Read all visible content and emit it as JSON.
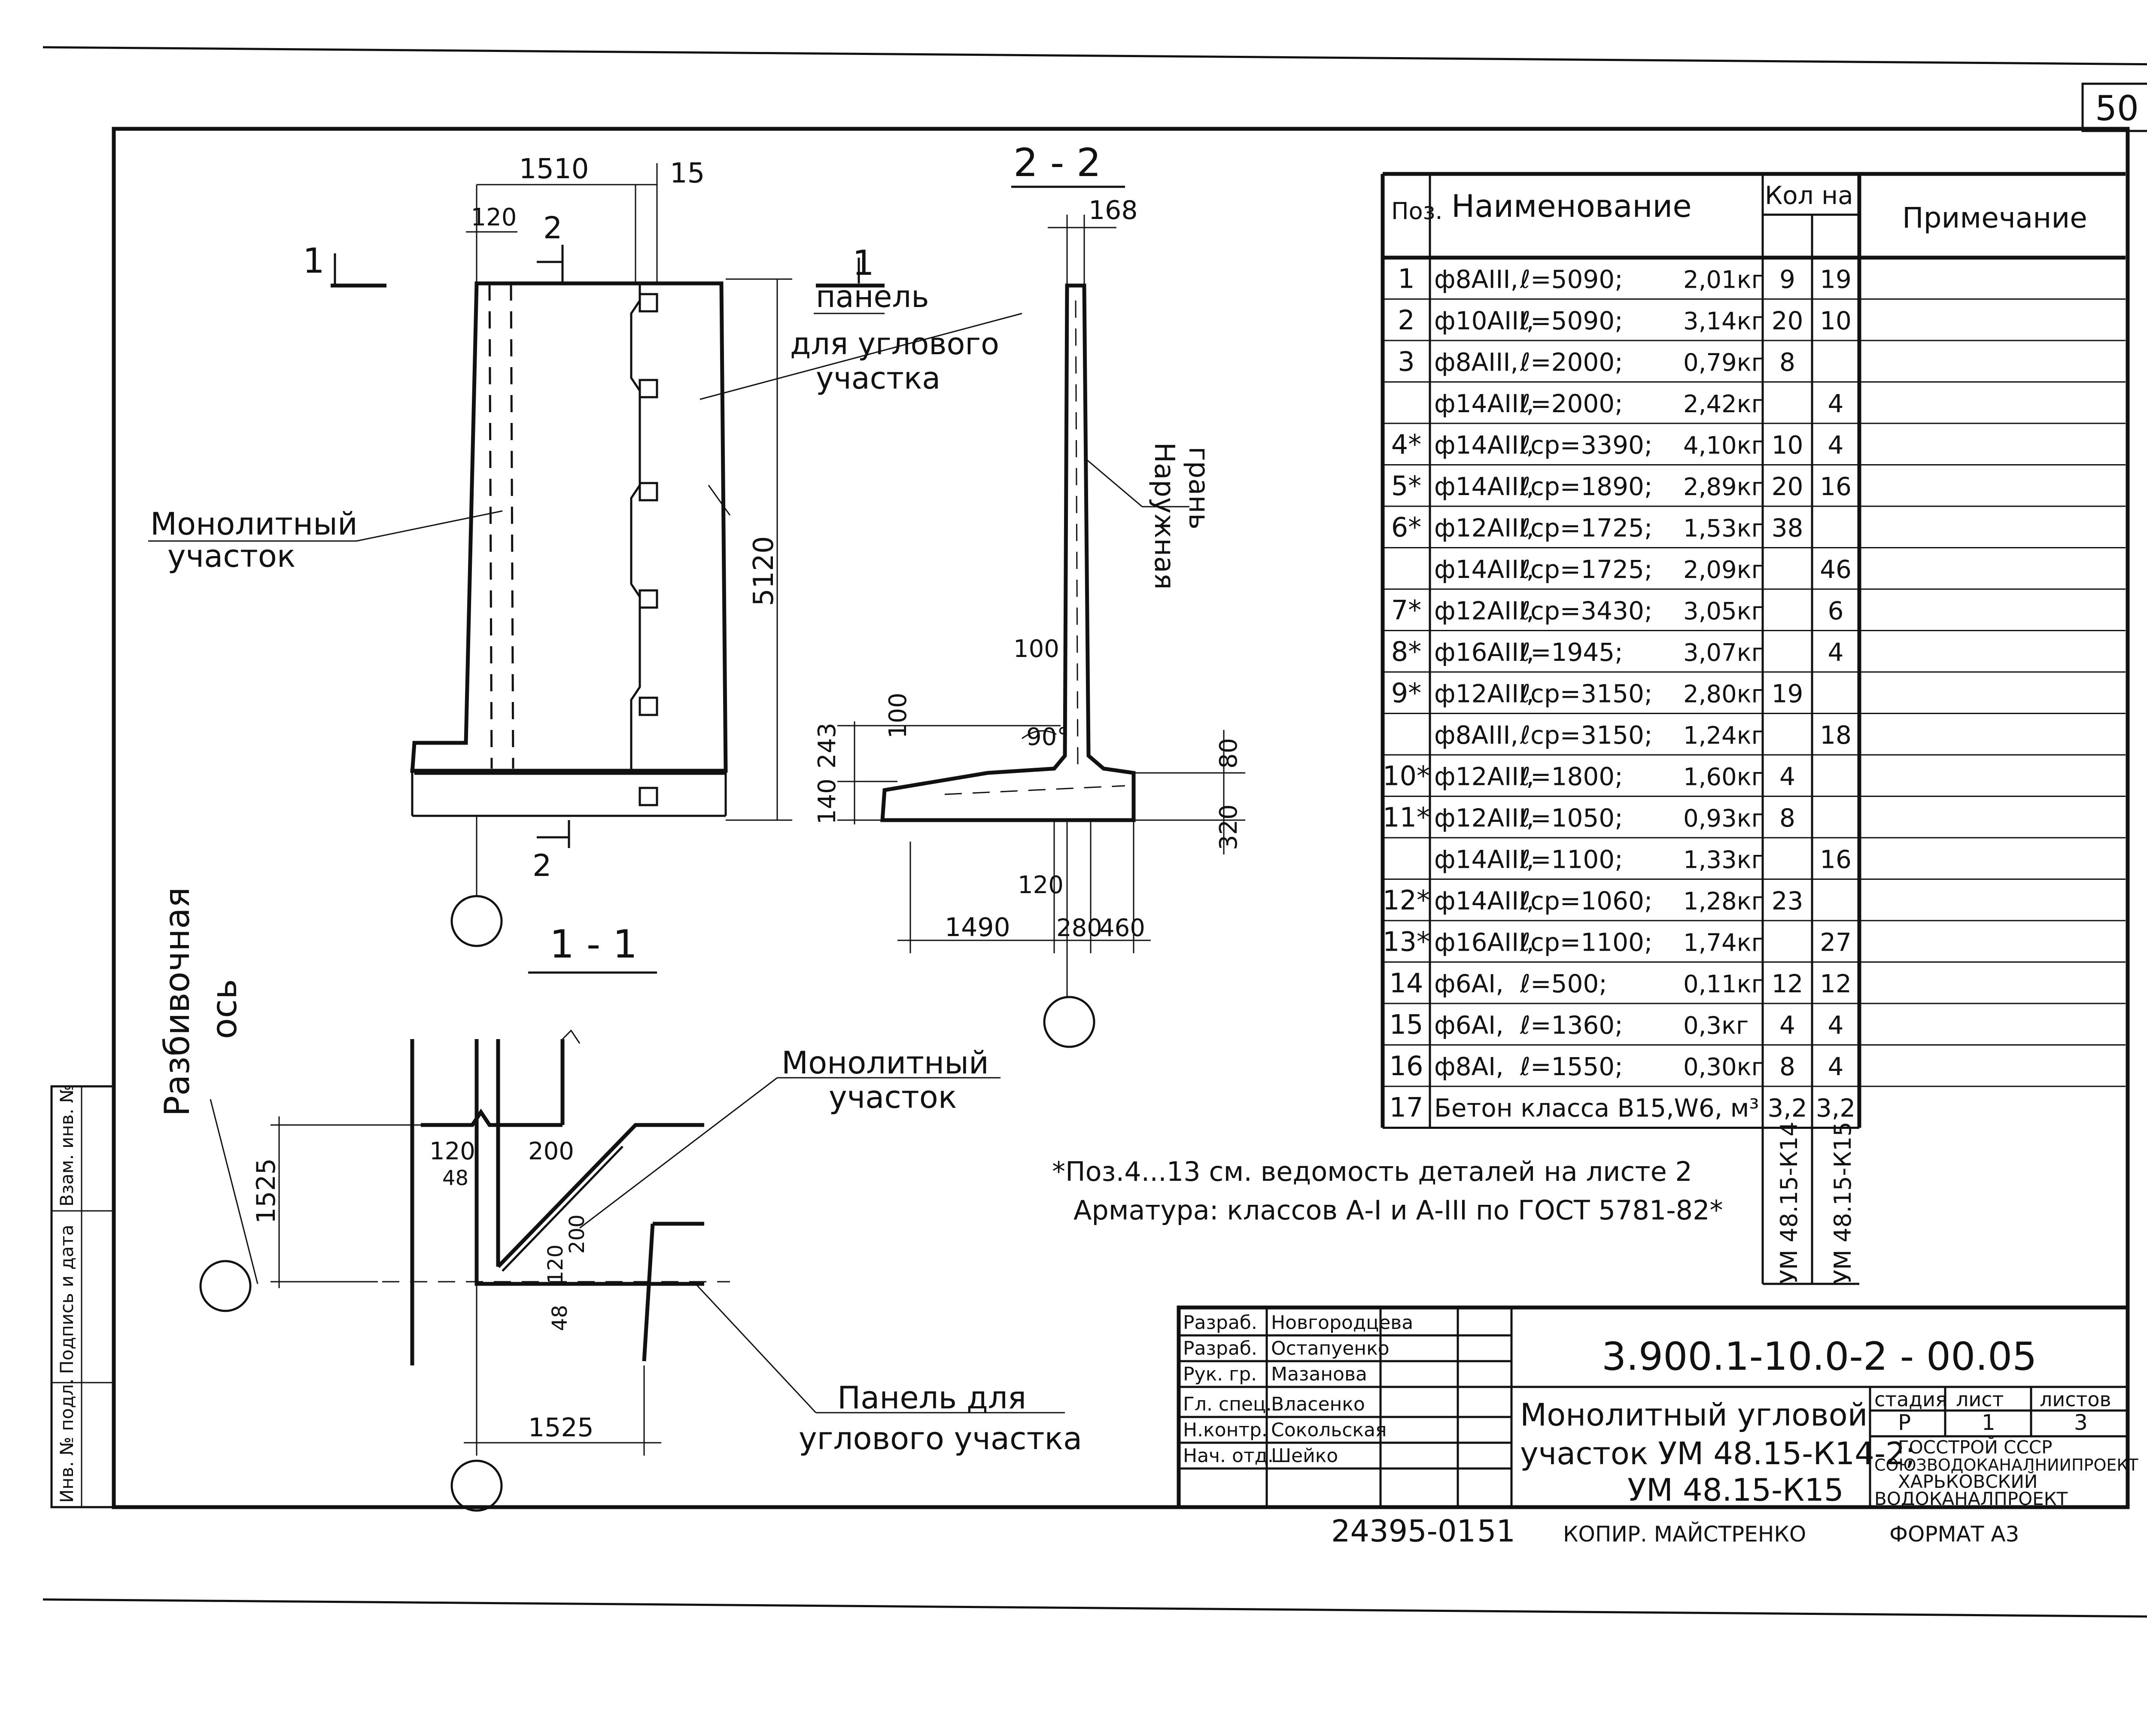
{
  "sheet": {
    "number": "50",
    "designation": "3.900.1-10.0-2 - 00.05",
    "title_line1": "Монолитный угловой",
    "title_line2": "участок УМ 48.15-К14-2;",
    "title_line3": "УМ 48.15-К15",
    "stage_header": "стадия",
    "sheet_header": "лист",
    "sheets_header": "листов",
    "stage": "Р",
    "sheet_no": "1",
    "sheets_total": "3",
    "org1": "ГОССТРОЙ СССР",
    "org2": "СОЮЗВОДОКАНАЛНИИПРОЕКТ",
    "org3": "ХАРЬКОВСКИЙ",
    "org4": "ВОДОКАНАЛПРОЕКТ",
    "inventory": "24395-01",
    "page_no": "51",
    "copied": "КОПИР. МАЙСТРЕНКО",
    "format": "ФОРМАТ А3"
  },
  "signatures": [
    {
      "role": "Разраб.",
      "name": "Новгородцева"
    },
    {
      "role": "Разраб.",
      "name": "Остапуенко"
    },
    {
      "role": "Рук. гр.",
      "name": "Мазанова"
    },
    {
      "role": "Гл. спец.",
      "name": "Власенко"
    },
    {
      "role": "Н.контр.",
      "name": "Сокольская"
    },
    {
      "role": "Нач. отд.",
      "name": "Шейко"
    }
  ],
  "side_stamp": [
    "Инв. № подл.",
    "Подпись и дата",
    "Взам. инв. №"
  ],
  "views": {
    "plan_label": "1 - 1",
    "section_label": "2 - 2",
    "cut1": "1",
    "cut2": "2",
    "panel_label1": "панель",
    "panel_label2": "для углового",
    "panel_label3": "участка",
    "mono_label1": "Монолитный",
    "mono_label2": "участок",
    "mono2_label1": "Монолитный",
    "mono2_label2": "участок",
    "outer_face1": "Наружная",
    "outer_face2": "грань",
    "axis1": "Разбивочная",
    "axis2": "ось",
    "panel2_label1": "Панель для",
    "panel2_label2": "углового участка"
  },
  "dims": {
    "d1510": "1510",
    "d15": "15",
    "d120a": "120",
    "d5120": "5120",
    "d168": "168",
    "d100a": "100",
    "d90": "90°",
    "d100b": "100",
    "d243": "243",
    "d140": "140",
    "d80": "80",
    "d320": "320",
    "d120b": "120",
    "d1490": "1490",
    "d280": "280",
    "d460": "460",
    "d1525a": "1525",
    "d1525b": "1525",
    "d120c": "120",
    "d48a": "48",
    "d200a": "200",
    "d200b": "200",
    "d120d": "120",
    "d48b": "48"
  },
  "spec": {
    "headers": {
      "pos": "Поз.",
      "name": "Наименование",
      "qty": "Кол на",
      "note": "Примечание"
    },
    "variants": [
      "УМ 48.15-К14",
      "УМ 48.15-К15"
    ],
    "rows": [
      {
        "pos": "1",
        "name": "ф8АIII,",
        "len": "ℓ=5090;",
        "mass": "2,01кг",
        "q1": "9",
        "q2": "19"
      },
      {
        "pos": "2",
        "name": "ф10АIII,",
        "len": "ℓ=5090;",
        "mass": "3,14кг",
        "q1": "20",
        "q2": "10"
      },
      {
        "pos": "3",
        "name": "ф8АIII,",
        "len": "ℓ=2000;",
        "mass": "0,79кг",
        "q1": "8",
        "q2": ""
      },
      {
        "pos": "",
        "name": "ф14АIII,",
        "len": "ℓ=2000;",
        "mass": "2,42кг",
        "q1": "",
        "q2": "4"
      },
      {
        "pos": "4*",
        "name": "ф14АIII,",
        "len": "ℓср=3390;",
        "mass": "4,10кг",
        "q1": "10",
        "q2": "4"
      },
      {
        "pos": "5*",
        "name": "ф14АIII,",
        "len": "ℓср=1890;",
        "mass": "2,89кг",
        "q1": "20",
        "q2": "16"
      },
      {
        "pos": "6*",
        "name": "ф12АIII,",
        "len": "ℓср=1725;",
        "mass": "1,53кг",
        "q1": "38",
        "q2": ""
      },
      {
        "pos": "",
        "name": "ф14АIII,",
        "len": "ℓср=1725;",
        "mass": "2,09кг",
        "q1": "",
        "q2": "46"
      },
      {
        "pos": "7*",
        "name": "ф12АIII,",
        "len": "ℓср=3430;",
        "mass": "3,05кг",
        "q1": "",
        "q2": "6"
      },
      {
        "pos": "8*",
        "name": "ф16АIII,",
        "len": "ℓ=1945;",
        "mass": "3,07кг",
        "q1": "",
        "q2": "4"
      },
      {
        "pos": "9*",
        "name": "ф12АIII,",
        "len": "ℓср=3150;",
        "mass": "2,80кг",
        "q1": "19",
        "q2": ""
      },
      {
        "pos": "",
        "name": "ф8АIII,",
        "len": "ℓср=3150;",
        "mass": "1,24кг",
        "q1": "",
        "q2": "18"
      },
      {
        "pos": "10*",
        "name": "ф12АIII,",
        "len": "ℓ=1800;",
        "mass": "1,60кг",
        "q1": "4",
        "q2": ""
      },
      {
        "pos": "11*",
        "name": "ф12АIII,",
        "len": "ℓ=1050;",
        "mass": "0,93кг",
        "q1": "8",
        "q2": ""
      },
      {
        "pos": "",
        "name": "ф14АIII,",
        "len": "ℓ=1100;",
        "mass": "1,33кг",
        "q1": "",
        "q2": "16"
      },
      {
        "pos": "12*",
        "name": "ф14АIII,",
        "len": "ℓср=1060;",
        "mass": "1,28кг",
        "q1": "23",
        "q2": ""
      },
      {
        "pos": "13*",
        "name": "ф16АIII,",
        "len": "ℓср=1100;",
        "mass": "1,74кг",
        "q1": "",
        "q2": "27"
      },
      {
        "pos": "14",
        "name": "ф6АI,",
        "len": "ℓ=500;",
        "mass": "0,11кг",
        "q1": "12",
        "q2": "12"
      },
      {
        "pos": "15",
        "name": "ф6АI,",
        "len": "ℓ=1360;",
        "mass": "0,3кг",
        "q1": "4",
        "q2": "4"
      },
      {
        "pos": "16",
        "name": "ф8АI,",
        "len": "ℓ=1550;",
        "mass": "0,30кг",
        "q1": "8",
        "q2": "4"
      },
      {
        "pos": "17",
        "name": "Бетон класса В15,W6, м³",
        "len": "",
        "mass": "",
        "q1": "3,2",
        "q2": "3,2"
      }
    ],
    "note1": "*Поз.4...13 см. ведомость деталей на листе 2",
    "note2": "Арматура: классов А-I и А-III по ГОСТ 5781-82*"
  }
}
